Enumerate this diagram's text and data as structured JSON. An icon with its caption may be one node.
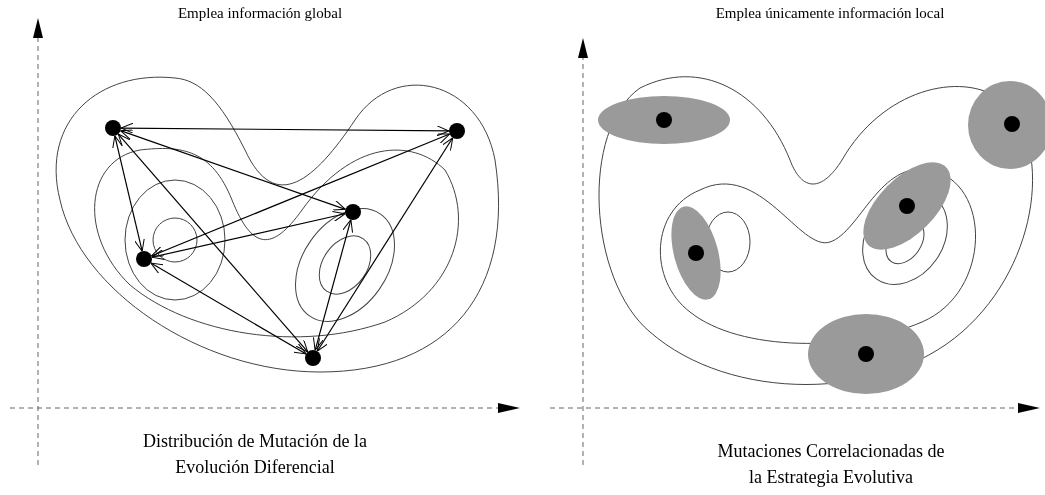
{
  "diagram": {
    "nodes": [
      {
        "text": [],
        "shape": "circle"
      },
      {
        "text": [],
        "shape": "circle"
      },
      {
        "text": [],
        "shape": "circle"
      },
      {
        "text": [],
        "shape": "circle"
      },
      {
        "text": [],
        "shape": "circle"
      },
      {
        "text": [],
        "shape": "circle"
      },
      {
        "text": [],
        "shape": "circle"
      },
      {
        "text": [],
        "shape": "circle"
      },
      {
        "text": [],
        "shape": "circle"
      },
      {
        "text": [],
        "shape": "circle"
      }
    ],
    "edges": [
      {
        "from": 0,
        "to": 1,
        "arrow": "both"
      },
      {
        "from": 0,
        "to": 2,
        "arrow": "both"
      },
      {
        "from": 0,
        "to": 3,
        "arrow": "both"
      },
      {
        "from": 0,
        "to": 4,
        "arrow": "both"
      },
      {
        "from": 3,
        "to": 1,
        "arrow": "both"
      },
      {
        "from": 3,
        "to": 2,
        "arrow": "both"
      },
      {
        "from": 3,
        "to": 4,
        "arrow": "both"
      },
      {
        "from": 2,
        "to": 4,
        "arrow": "both"
      },
      {
        "from": 1,
        "to": 4,
        "arrow": "both"
      }
    ],
    "labels": [
      "Emplea información global",
      "Emplea únicamente información local",
      "Distribución de Mutación de la Evolución Diferencial",
      "Mutaciones Correlacionadas de la Estrategia Evolutiva"
    ]
  }
}
